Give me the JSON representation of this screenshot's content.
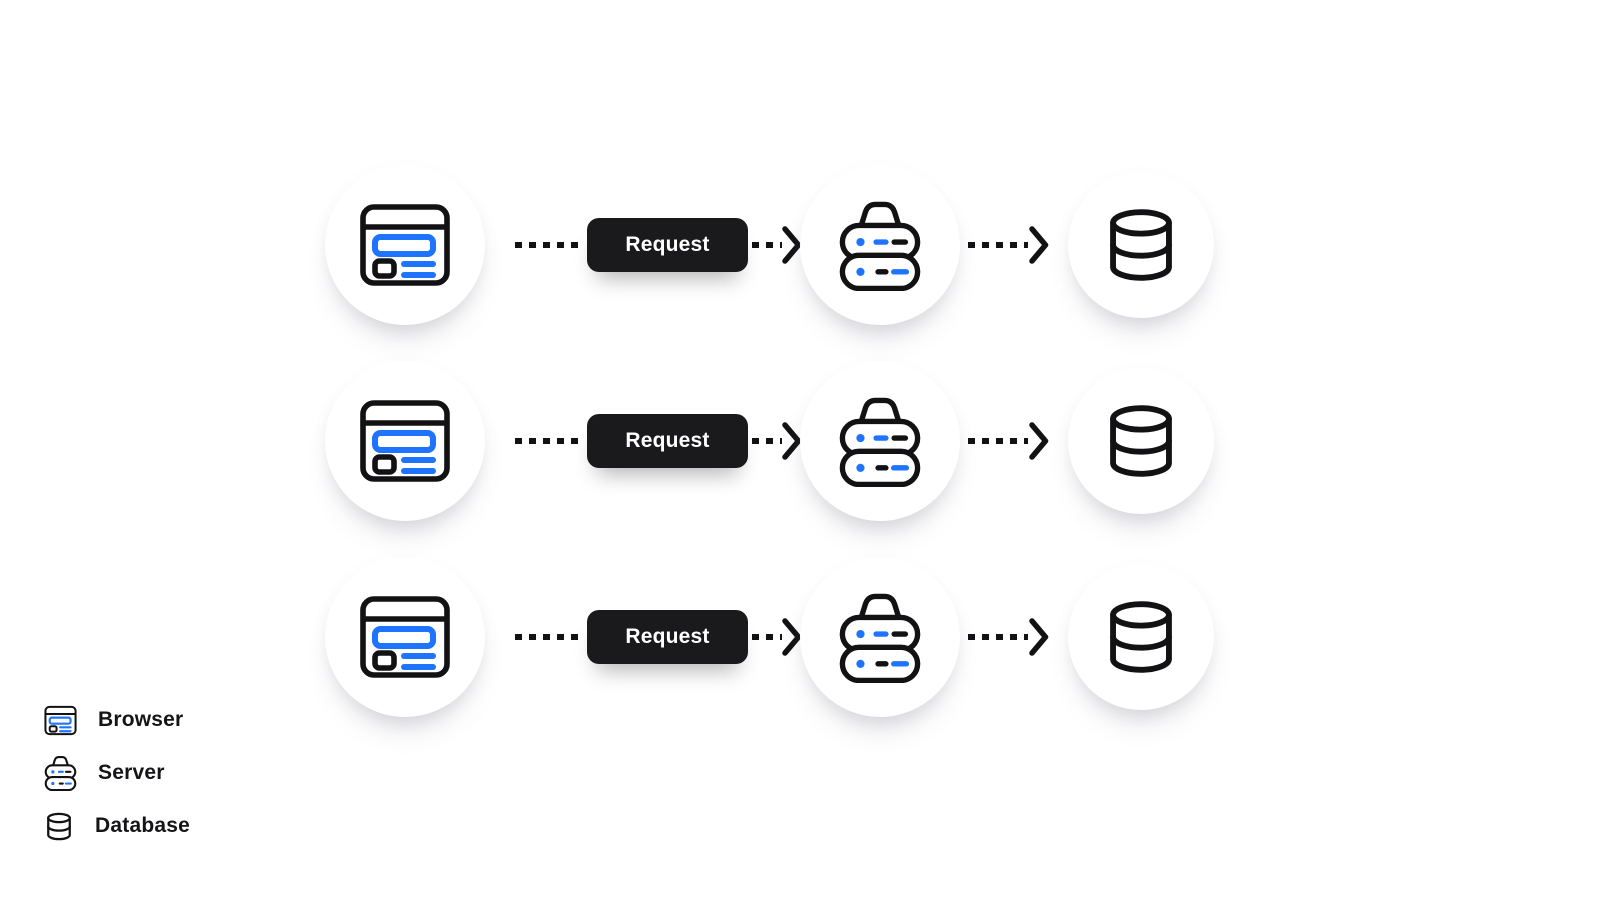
{
  "palette": {
    "ink": "#121214",
    "accent_blue": "#1E74FF",
    "button_bg": "#1A1A1C",
    "button_text": "#FFFFFF",
    "canvas_bg": "#FFFFFF"
  },
  "flows": [
    {
      "request_label": "Request"
    },
    {
      "request_label": "Request"
    },
    {
      "request_label": "Request"
    }
  ],
  "legend": {
    "items": [
      {
        "icon": "browser-icon",
        "label": "Browser"
      },
      {
        "icon": "server-icon",
        "label": "Server"
      },
      {
        "icon": "database-icon",
        "label": "Database"
      }
    ]
  }
}
